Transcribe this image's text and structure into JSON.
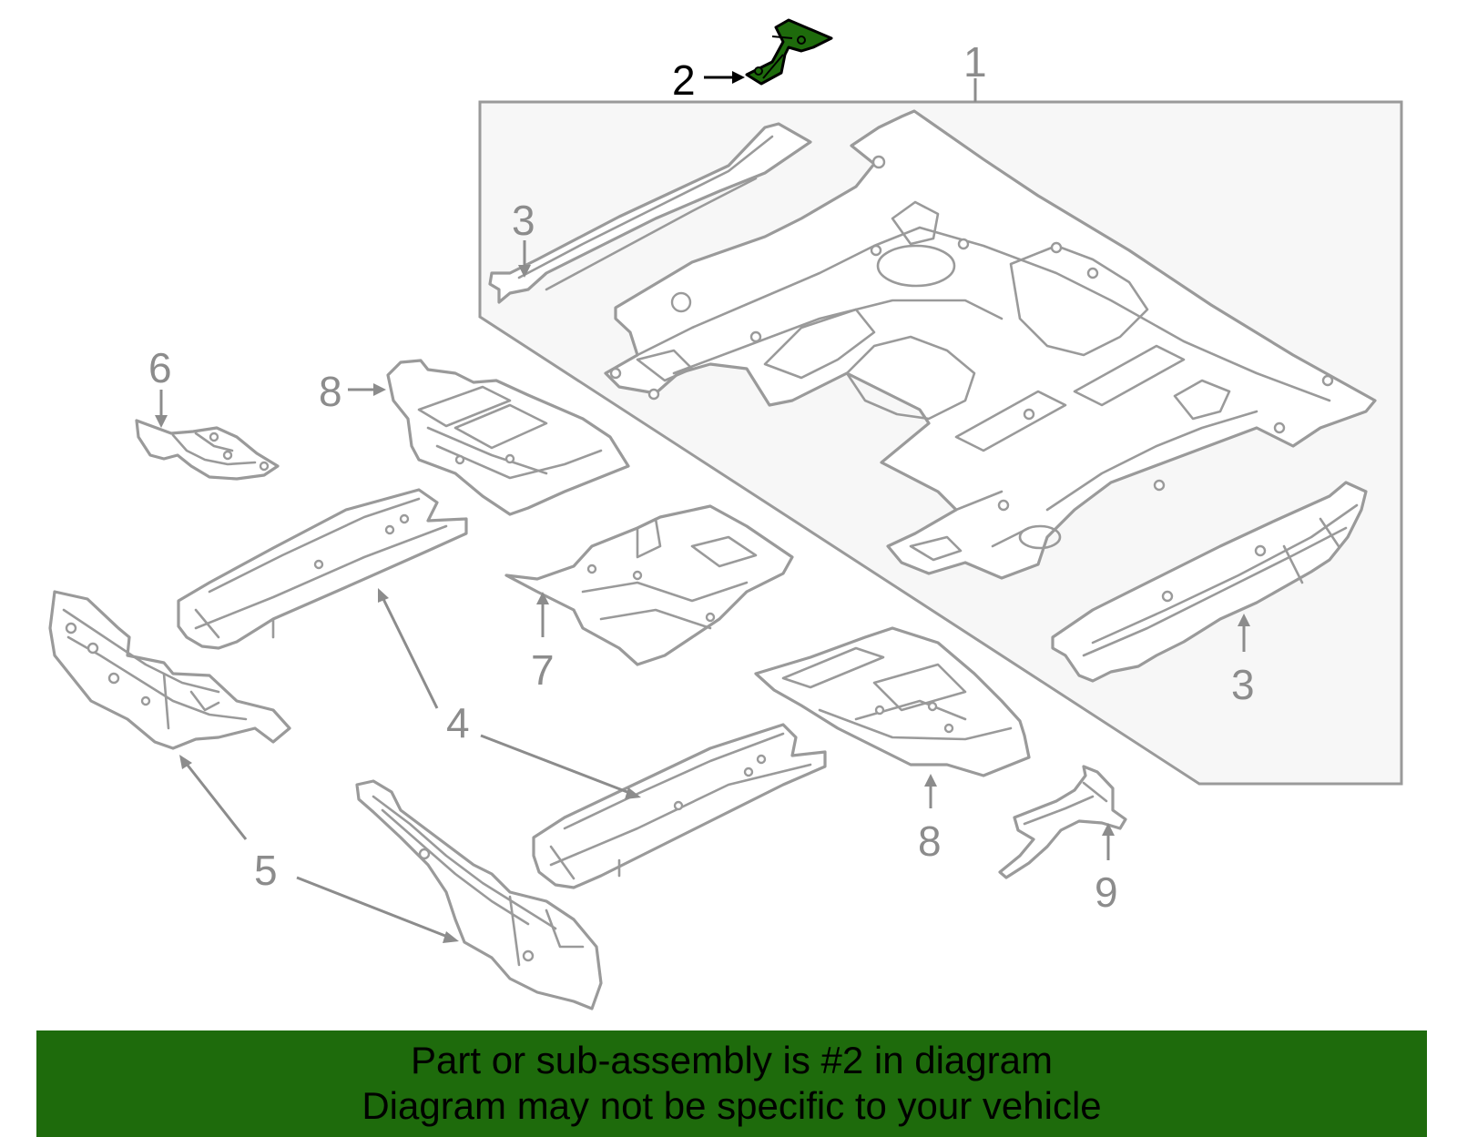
{
  "diagram": {
    "callouts": {
      "c1": "1",
      "c2": "2",
      "c3a": "3",
      "c3b": "3",
      "c4": "4",
      "c5": "5",
      "c6": "6",
      "c7": "7",
      "c8a": "8",
      "c8b": "8",
      "c9": "9"
    },
    "highlighted_part": "2",
    "colors": {
      "highlight": "#1e6b0c",
      "outline": "#9a9a9a",
      "panel": "#f7f7f7",
      "banner": "#1e6b0c"
    }
  },
  "banner": {
    "line1": "Part or sub-assembly is #2 in diagram",
    "line2": "Diagram may not be specific to your vehicle"
  }
}
